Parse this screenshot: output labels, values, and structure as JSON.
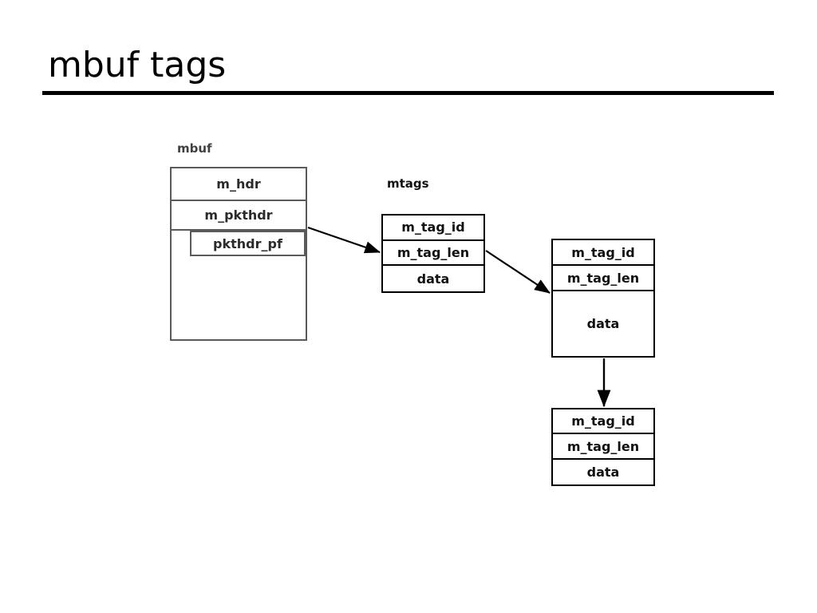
{
  "slide": {
    "title": "mbuf tags"
  },
  "diagram": {
    "mbuf": {
      "caption": "mbuf",
      "rows": [
        {
          "label": "m_hdr"
        },
        {
          "label": "m_pkthdr"
        },
        {
          "label": ""
        }
      ],
      "nested": {
        "label": "pkthdr_pf"
      }
    },
    "mtags": {
      "caption": "mtags",
      "boxes": [
        {
          "name": "mtag-1",
          "fields": [
            {
              "label": "m_tag_id"
            },
            {
              "label": "m_tag_len"
            },
            {
              "label": "data"
            }
          ]
        },
        {
          "name": "mtag-2",
          "fields": [
            {
              "label": "m_tag_id"
            },
            {
              "label": "m_tag_len"
            },
            {
              "label": "data"
            }
          ]
        },
        {
          "name": "mtag-3",
          "fields": [
            {
              "label": "m_tag_id"
            },
            {
              "label": "m_tag_len"
            },
            {
              "label": "data"
            }
          ]
        }
      ]
    },
    "connectors": [
      {
        "name": "mbuf-to-mtag1",
        "from": "m_pkthdr",
        "to": "mtag-1"
      },
      {
        "name": "mtag1-to-mtag2",
        "from": "mtag-1",
        "to": "mtag-2"
      },
      {
        "name": "mtag2-to-mtag3",
        "from": "mtag-2",
        "to": "mtag-3"
      }
    ]
  },
  "colors": {
    "page_background": "#ffffff",
    "title_text": "#000000",
    "title_rule": "#000000",
    "mbuf_outline": "#5a5a5a",
    "mtag_outline": "#000000",
    "arrow": "#000000",
    "mbuf_caption_text": "#3f3f3f",
    "mtags_caption_text": "#111111"
  }
}
